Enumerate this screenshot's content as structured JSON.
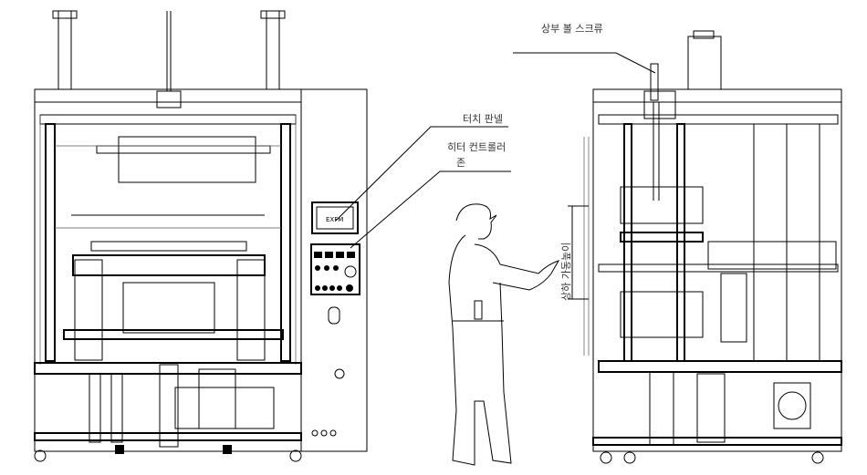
{
  "labels": {
    "upper_ball_screw": "상부 볼 스크류",
    "touch_panel": "터치 판넬",
    "heater_controller_zone_line1": "히터 컨트롤러",
    "heater_controller_zone_line2": "존",
    "vertical_travel_height": "상하 가동높이",
    "panel_screen_text": "EXFM"
  }
}
